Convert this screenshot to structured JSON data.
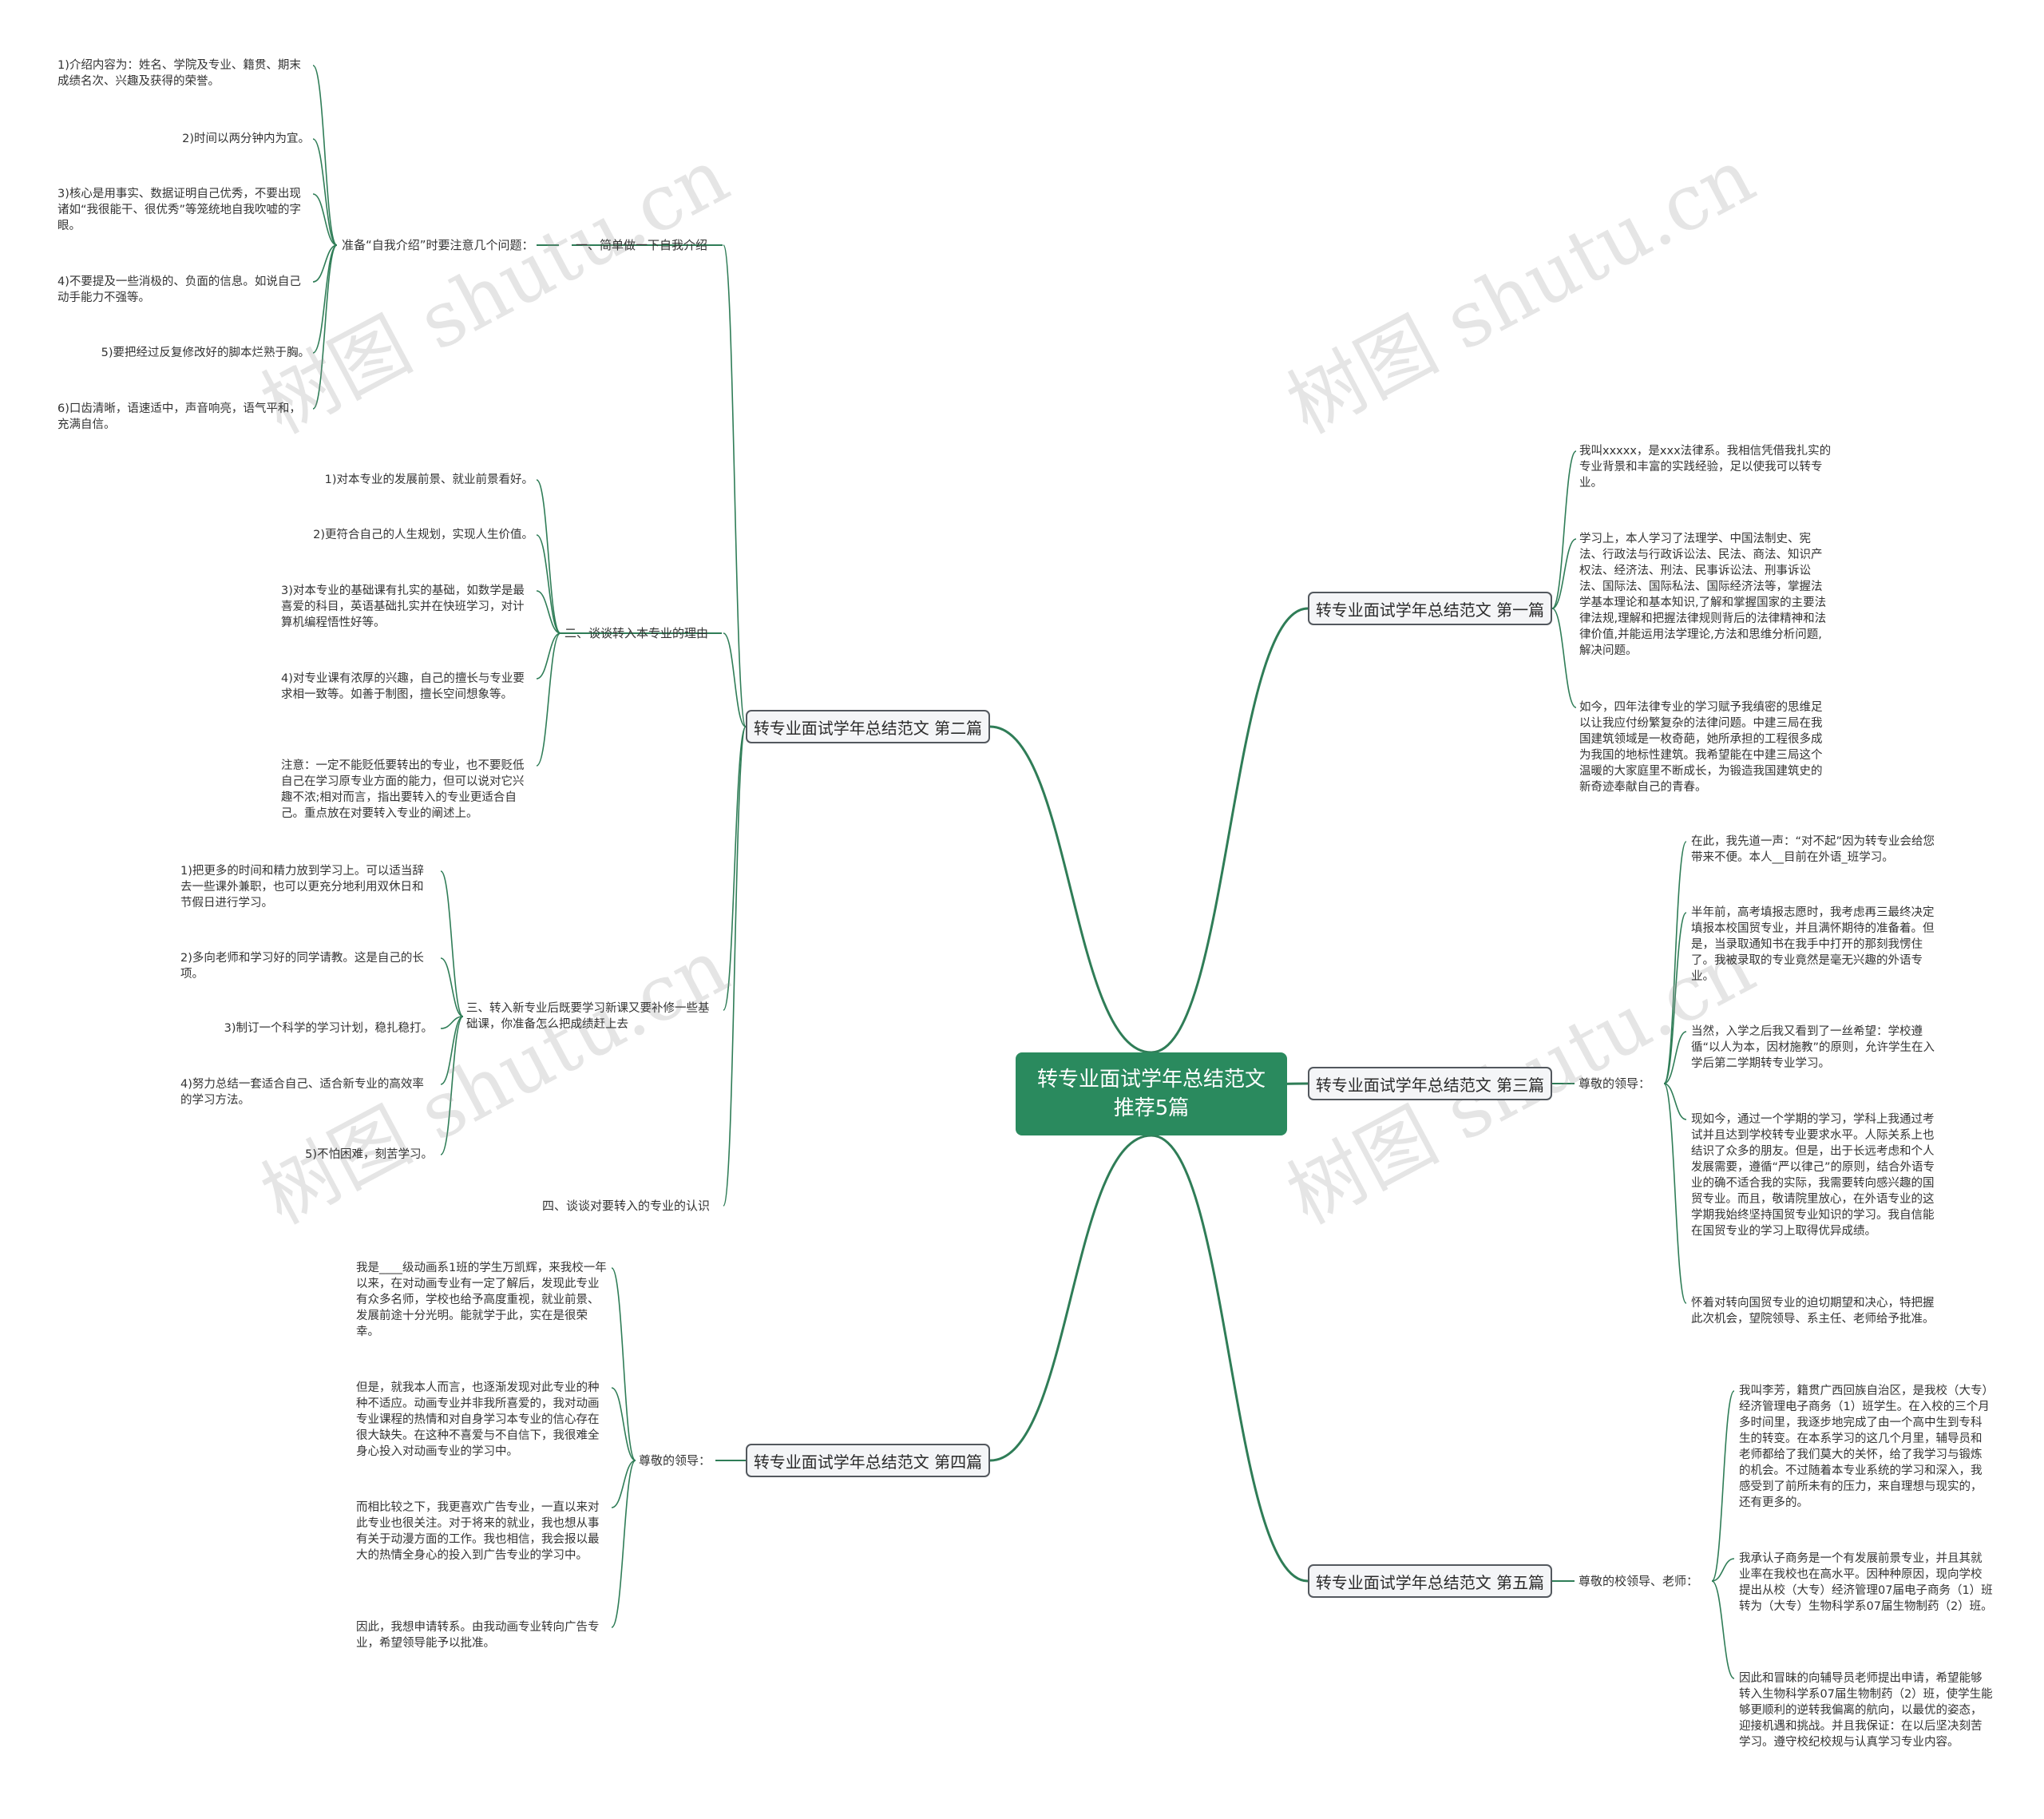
{
  "root": "转专业面试学年总结范文推荐5篇",
  "watermark": "树图 shutu.cn",
  "colors": {
    "line": "#2f7d57",
    "root_bg": "#2a8a5e",
    "branch_border": "#53585e"
  },
  "branches": [
    {
      "title": "转专业面试学年总结范文 第一篇",
      "leaves": [
        "我叫xxxxx，是xxx法律系。我相信凭借我扎实的专业背景和丰富的实践经验，足以使我可以转专业。",
        "学习上，本人学习了法理学、中国法制史、宪法、行政法与行政诉讼法、民法、商法、知识产权法、经济法、刑法、民事诉讼法、刑事诉讼法、国际法、国际私法、国际经济法等，掌握法学基本理论和基本知识,了解和掌握国家的主要法律法规,理解和把握法律规则背后的法律精神和法律价值,并能运用法学理论,方法和思维分析问题,解决问题。",
        "如今，四年法律专业的学习赋予我缜密的思维足以让我应付纷繁复杂的法律问题。中建三局在我国建筑领域是一枚奇葩，她所承担的工程很多成为我国的地标性建筑。我希望能在中建三局这个温暖的大家庭里不断成长，为锻造我国建筑史的新奇迹奉献自己的青春。"
      ]
    },
    {
      "title": "转专业面试学年总结范文 第二篇",
      "subs": [
        {
          "label": "一、简单做一下自我介绍",
          "sublabel": "准备“自我介绍”时要注意几个问题：",
          "leaves": [
            "1)介绍内容为：姓名、学院及专业、籍贯、期末成绩名次、兴趣及获得的荣誉。",
            "2)时间以两分钟内为宜。",
            "3)核心是用事实、数据证明自己优秀，不要出现诸如“我很能干、很优秀”等笼统地自我吹嘘的字眼。",
            "4)不要提及一些消极的、负面的信息。如说自己动手能力不强等。",
            "5)要把经过反复修改好的脚本烂熟于胸。",
            "6)口齿清晰，语速适中，声音响亮，语气平和，充满自信。"
          ]
        },
        {
          "label": "二、谈谈转入本专业的理由",
          "leaves": [
            "1)对本专业的发展前景、就业前景看好。",
            "2)更符合自己的人生规划，实现人生价值。",
            "3)对本专业的基础课有扎实的基础，如数学是最喜爱的科目，英语基础扎实并在快班学习，对计算机编程悟性好等。",
            "4)对专业课有浓厚的兴趣，自己的擅长与专业要求相一致等。如善于制图，擅长空间想象等。",
            "注意：一定不能贬低要转出的专业，也不要贬低自己在学习原专业方面的能力，但可以说对它兴趣不浓;相对而言，指出要转入的专业更适合自己。重点放在对要转入专业的阐述上。"
          ]
        },
        {
          "label": "三、转入新专业后既要学习新课又要补修一些基础课，你准备怎么把成绩赶上去",
          "leaves": [
            "1)把更多的时间和精力放到学习上。可以适当辞去一些课外兼职，也可以更充分地利用双休日和节假日进行学习。",
            "2)多向老师和学习好的同学请教。这是自己的长项。",
            "3)制订一个科学的学习计划，稳扎稳打。",
            "4)努力总结一套适合自己、适合新专业的高效率的学习方法。",
            "5)不怕困难，刻苦学习。"
          ]
        },
        {
          "label": "四、谈谈对要转入的专业的认识"
        }
      ]
    },
    {
      "title": "转专业面试学年总结范文 第三篇",
      "label": "尊敬的领导：",
      "leaves": [
        "在此，我先道一声：“对不起”因为转专业会给您带来不便。本人__目前在外语_班学习。",
        "半年前，高考填报志愿时，我考虑再三最终决定填报本校国贸专业，并且满怀期待的准备着。但是，当录取通知书在我手中打开的那刻我愣住了。我被录取的专业竟然是毫无兴趣的外语专业。",
        "当然，入学之后我又看到了一丝希望：学校遵循“以人为本，因材施教”的原则，允许学生在入学后第二学期转专业学习。",
        "现如今，通过一个学期的学习，学科上我通过考试并且达到学校转专业要求水平。人际关系上也结识了众多的朋友。但是，出于长远考虑和个人发展需要，遵循“严以律己”的原则，结合外语专业的确不适合我的实际，我需要转向感兴趣的国贸专业。而且，敬请院里放心，在外语专业的这学期我始终坚持国贸专业知识的学习。我自信能在国贸专业的学习上取得优异成绩。",
        "怀着对转向国贸专业的迫切期望和决心，特把握此次机会，望院领导、系主任、老师给予批准。"
      ]
    },
    {
      "title": "转专业面试学年总结范文 第四篇",
      "label": "尊敬的领导：",
      "leaves": [
        "我是____级动画系1班的学生万凯辉，来我校一年以来，在对动画专业有一定了解后，发现此专业有众多名师，学校也给予高度重视，就业前景、发展前途十分光明。能就学于此，实在是很荣幸。",
        "但是，就我本人而言，也逐渐发现对此专业的种种不适应。动画专业并非我所喜爱的，我对动画专业课程的热情和对自身学习本专业的信心存在很大缺失。在这种不喜爱与不自信下，我很难全身心投入对动画专业的学习中。",
        "而相比较之下，我更喜欢广告专业，一直以来对此专业也很关注。对于将来的就业，我也想从事有关于动漫方面的工作。我也相信，我会报以最大的热情全身心的投入到广告专业的学习中。",
        "因此，我想申请转系。由我动画专业转向广告专业，希望领导能予以批准。"
      ]
    },
    {
      "title": "转专业面试学年总结范文 第五篇",
      "label": "尊敬的校领导、老师：",
      "leaves": [
        "我叫李芳，籍贯广西回族自治区，是我校（大专）经济管理电子商务（1）班学生。在入校的三个月多时间里，我逐步地完成了由一个高中生到专科生的转变。在本系学习的这几个月里，辅导员和老师都给了我们莫大的关怀，给了我学习与锻炼的机会。不过随着本专业系统的学习和深入，我感受到了前所未有的压力，来自理想与现实的，还有更多的。",
        "我承认子商务是一个有发展前景专业，并且其就业率在我校也在高水平。因种种原因，现向学校提出从校（大专）经济管理07届电子商务（1）班转为（大专）生物科学系07届生物制药（2）班。",
        "因此和冒昧的向辅导员老师提出申请，希望能够转入生物科学系07届生物制药（2）班，使学生能够更顺利的逆转我偏离的航向，以最优的姿态，迎接机遇和挑战。并且我保证：在以后坚决刻苦学习。遵守校纪校规与认真学习专业内容。"
      ]
    }
  ]
}
